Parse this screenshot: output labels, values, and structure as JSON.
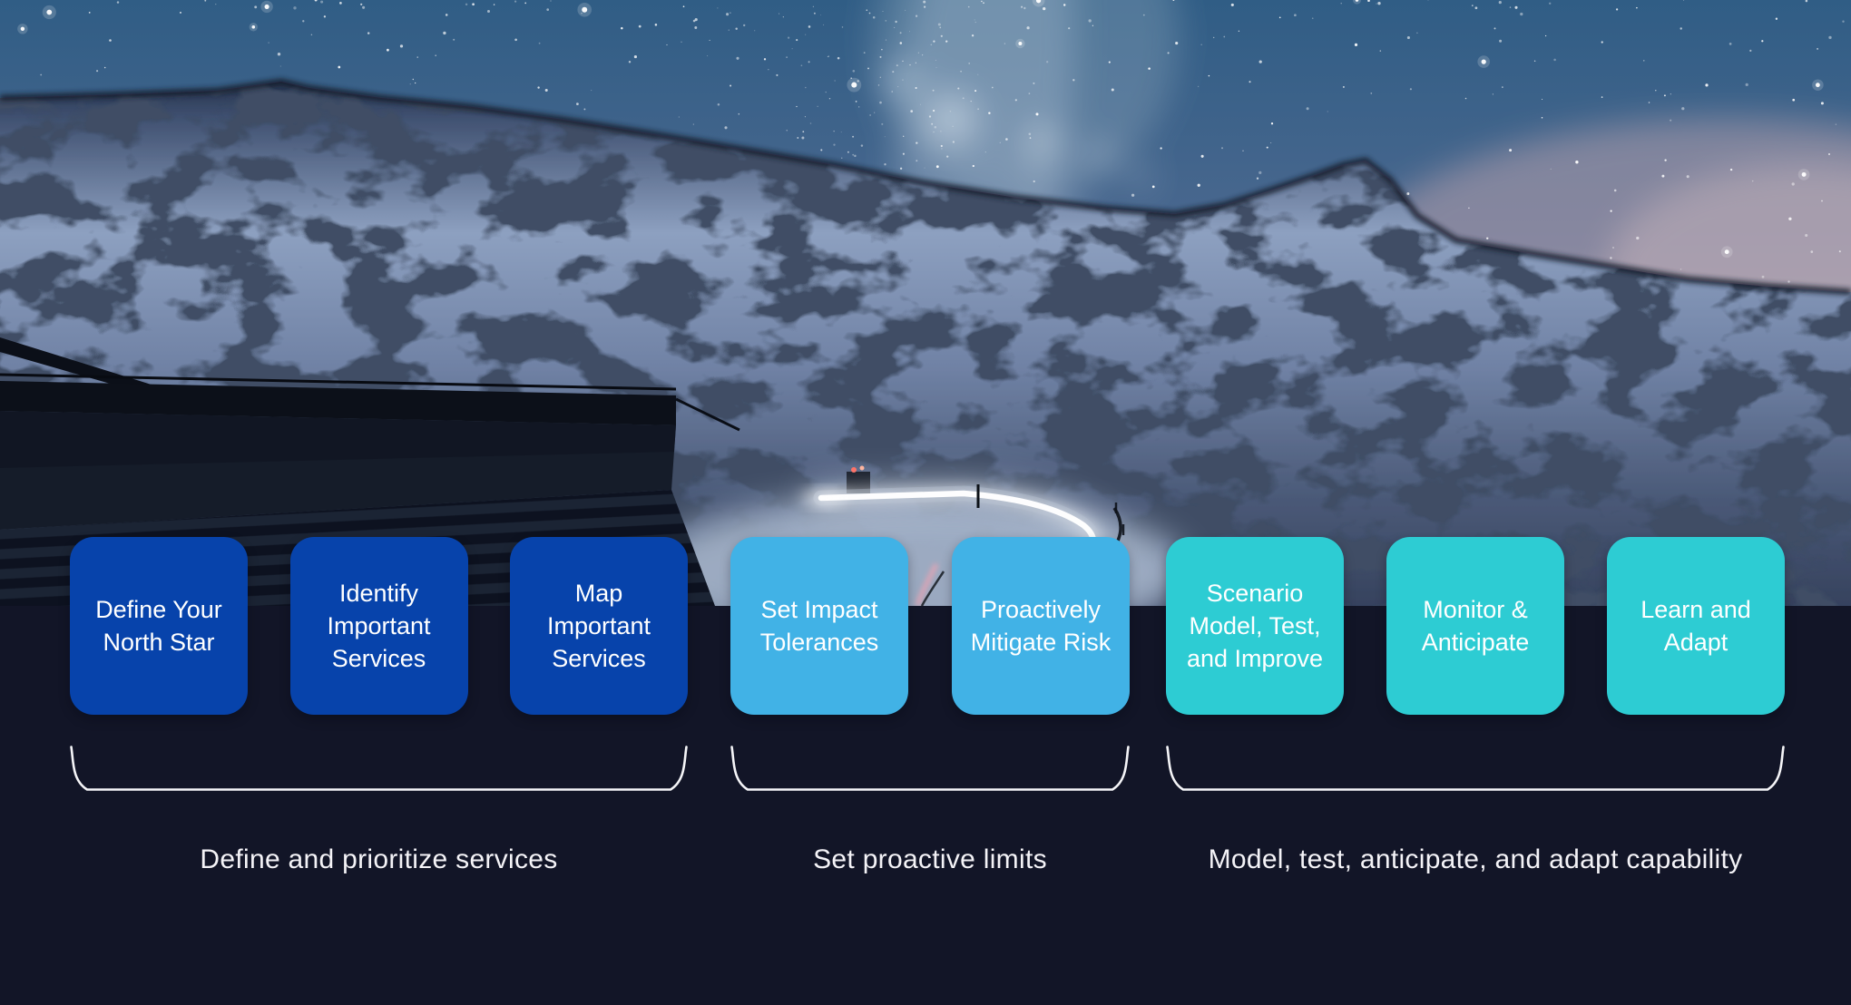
{
  "slide": {
    "background": {
      "description": "Starry night sky with Milky Way over snowy rocky mountains, a dark dam wall on the left and a curving mountain road lit by white and red light trails"
    },
    "colors": {
      "background_navy": "#121527",
      "card_blue": "#0743ab",
      "card_light_blue": "#41b2e6",
      "card_teal": "#2dccd3",
      "card_text": "#ffffff",
      "brace": "#f5f5f8",
      "caption_text": "#f4f3f7"
    },
    "groups": [
      {
        "label": "Define and prioritize services",
        "card_color": "#0743ab",
        "cards": [
          "Define Your North Star",
          "Identify Important Services",
          "Map Important Services"
        ]
      },
      {
        "label": "Set proactive limits",
        "card_color": "#41b2e6",
        "cards": [
          "Set Impact Tolerances",
          "Proactively Mitigate Risk"
        ]
      },
      {
        "label": "Model, test, anticipate, and adapt capability",
        "card_color": "#2dccd3",
        "cards": [
          "Scenario Model, Test, and Improve",
          "Monitor & Anticipate",
          "Learn and Adapt"
        ]
      }
    ]
  }
}
